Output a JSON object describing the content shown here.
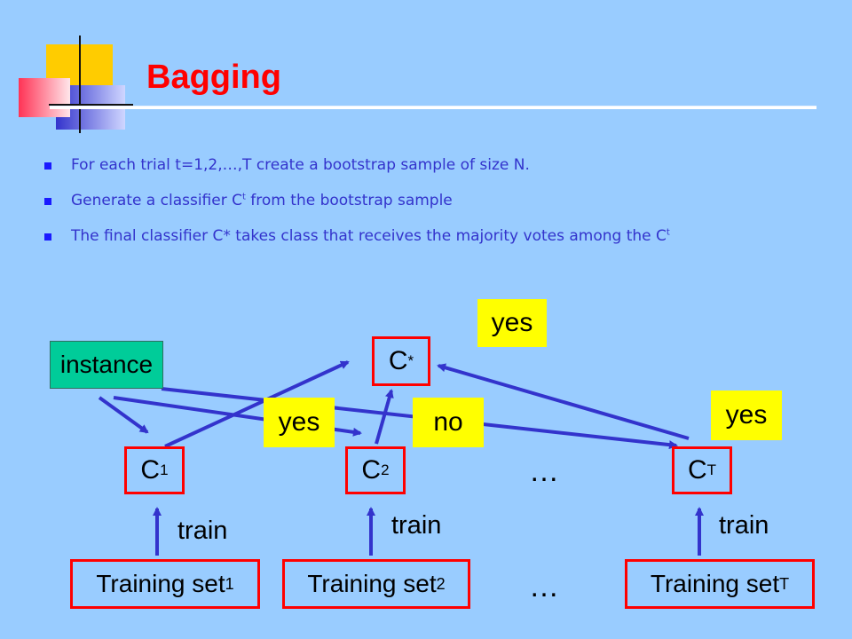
{
  "slide": {
    "title": "Bagging",
    "bullets": [
      {
        "pre": "For each trial t=1,2,…,T create a bootstrap sample of size N.",
        "sup": "",
        "post": ""
      },
      {
        "pre": "Generate a classifier C",
        "sup": "t",
        "post": " from the bootstrap sample"
      },
      {
        "pre": "The final classifier C* takes class that receives the majority votes among the C",
        "sup": "t",
        "post": ""
      }
    ]
  },
  "diagram": {
    "instance_label": "instance",
    "final_classifier": {
      "base": "C",
      "sup": "*"
    },
    "classifiers": [
      {
        "base": "C",
        "sup": "1"
      },
      {
        "base": "C",
        "sup": "2"
      },
      {
        "base": "C",
        "sup": "T"
      }
    ],
    "votes": [
      "yes",
      "no",
      "yes",
      "yes"
    ],
    "train_label": "train",
    "training_sets": [
      {
        "base": "Training set",
        "sub": "1"
      },
      {
        "base": "Training set",
        "sub": "2"
      },
      {
        "base": "Training set",
        "sub": "T"
      }
    ],
    "ellipsis": "…"
  },
  "colors": {
    "background": "#99ccff",
    "title": "#ff0000",
    "bullet_text": "#3333cc",
    "arrow": "#3333cc",
    "vote_box": "#ffff00",
    "instance_box": "#00cc99",
    "node_border": "#ff0000"
  }
}
